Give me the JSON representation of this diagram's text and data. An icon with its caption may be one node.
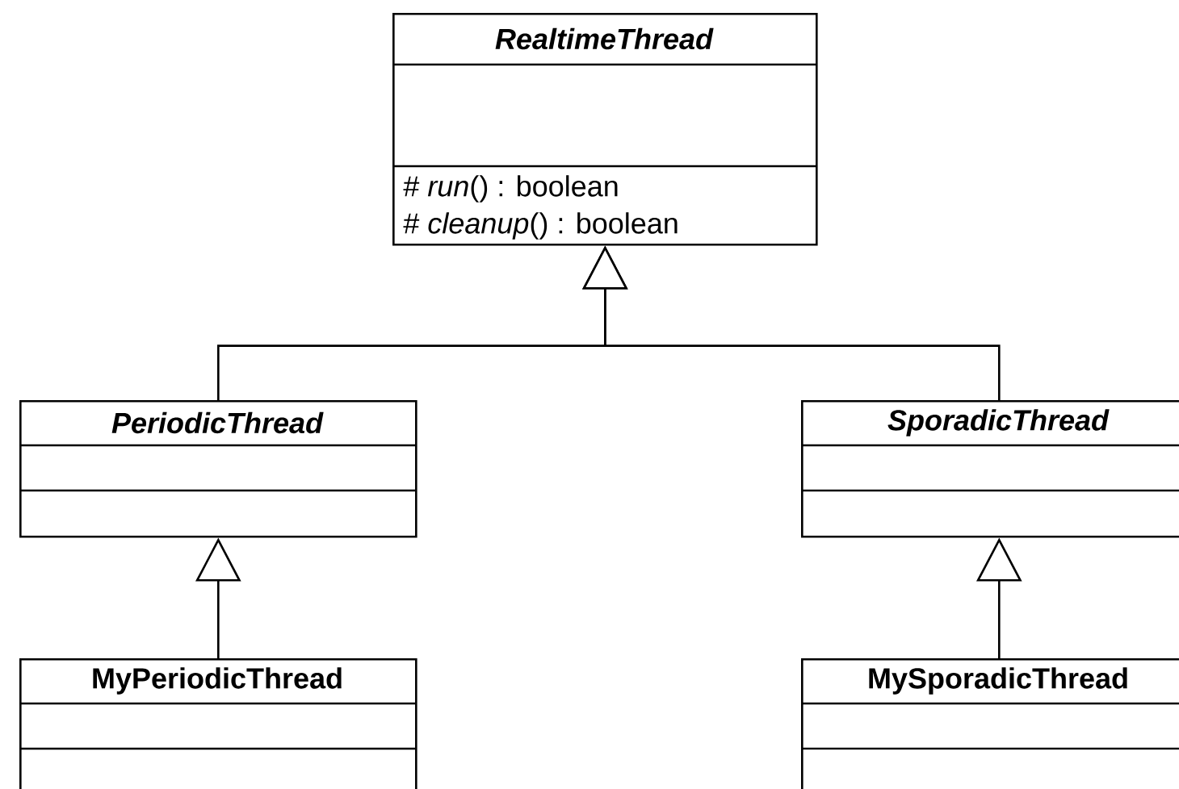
{
  "diagram": {
    "nodes": [
      {
        "text": [
          "RealtimeThread",
          "# *run*() : boolean",
          "# *cleanup*() : boolean"
        ]
      },
      {
        "text": [
          "PeriodicThread"
        ]
      },
      {
        "text": [
          "SporadicThread"
        ]
      },
      {
        "text": [
          "MyPeriodicThread"
        ]
      },
      {
        "text": [
          "MySporadicThread"
        ]
      }
    ],
    "edges": [
      {
        "from": 1,
        "to": 0,
        "arrow": "to"
      },
      {
        "from": 2,
        "to": 0,
        "arrow": "to"
      },
      {
        "from": 3,
        "to": 1,
        "arrow": "to"
      },
      {
        "from": 4,
        "to": 2,
        "arrow": "to"
      }
    ]
  }
}
